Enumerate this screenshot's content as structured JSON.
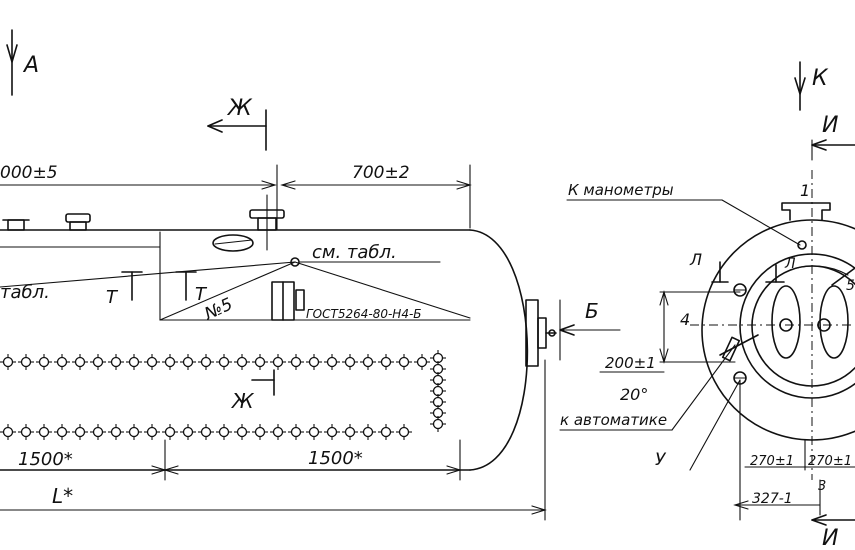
{
  "labels": {
    "view_a": "А",
    "section_zh": "Ж",
    "dim_left_top": "000±5",
    "dim_right_top": "700±2",
    "see_table": "см. табл.",
    "table_left": "табл.",
    "mark_t1": "Т",
    "mark_t2": "Т",
    "mark_no5": "№5",
    "gost_note": "ГОСТ5264-80-Н4-Б",
    "view_b": "Б",
    "zh_lower": "Ж",
    "dim_1500_left": "1500*",
    "dim_1500_right": "1500*",
    "dim_l": "L*",
    "view_k": "К",
    "view_i_top": "И",
    "view_i_bottom": "И",
    "manometers": "К манометры",
    "label_l": "Л",
    "label_l2": "Л",
    "label_4": "4",
    "label_1": "1",
    "label_5": "5",
    "label_3": "3",
    "dim_200": "200±1",
    "angle_20": "20°",
    "to_automatics": "к автоматике",
    "label_u": "У",
    "dim_270a": "270±1",
    "dim_270b": "270±1",
    "dim_327": "327-1"
  }
}
